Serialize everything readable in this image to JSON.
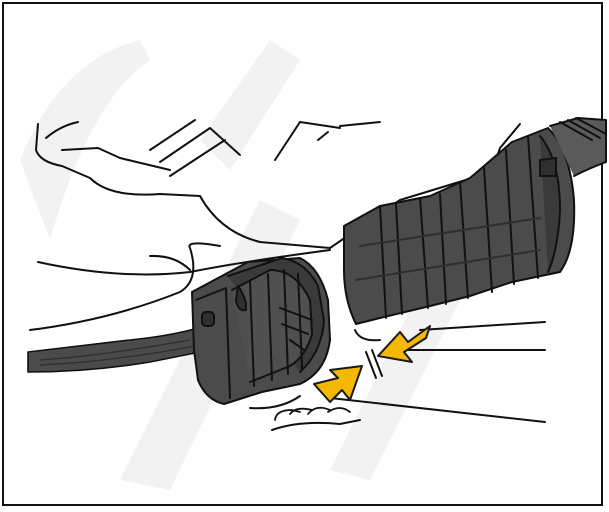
{
  "figure": {
    "type": "technical-illustration",
    "subject": "connector-disconnect",
    "arrow_color": "#F5B800",
    "arrow_outline_color": "#1A1A1A",
    "part_fill_color": "#4B4B4B",
    "part_dark_color": "#2F2F2F",
    "line_color": "#111111",
    "arrows": [
      {
        "name": "arrow-push-left",
        "direction": "left"
      },
      {
        "name": "arrow-push-right",
        "direction": "right"
      }
    ],
    "separation_mark": "double-line",
    "icons": [
      "yellow-arrow-icon",
      "separation-mark-icon"
    ]
  }
}
